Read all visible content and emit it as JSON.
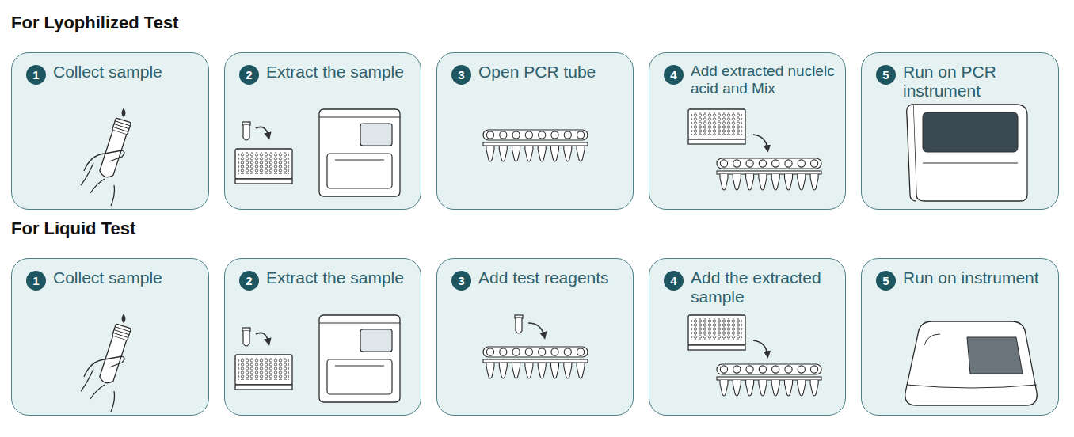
{
  "diagram": {
    "nodes": [
      {
        "text": [
          "Collect sample"
        ]
      },
      {
        "text": [
          "1"
        ],
        "in": 0
      },
      {
        "text": [
          "Extract the sample"
        ]
      },
      {
        "text": [
          "2"
        ],
        "in": 2
      },
      {
        "text": [
          "Open PCR tube"
        ]
      },
      {
        "text": [
          "3"
        ],
        "in": 4
      },
      {
        "text": [
          "Add extracted nuclelc acid and Mix"
        ]
      },
      {
        "text": [
          "4"
        ],
        "in": 6
      },
      {
        "text": [
          "Run on PCR instrument"
        ]
      },
      {
        "text": [
          "5"
        ],
        "in": 8
      },
      {
        "text": [
          "Collect sample"
        ]
      },
      {
        "text": [
          "1"
        ],
        "in": 10
      },
      {
        "text": [
          "Extract the sample"
        ]
      },
      {
        "text": [
          "2"
        ],
        "in": 12
      },
      {
        "text": [
          "Add test reagents"
        ]
      },
      {
        "text": [
          "3"
        ],
        "in": 14
      },
      {
        "text": [
          "Add the extracted sample"
        ]
      },
      {
        "text": [
          "4"
        ],
        "in": 16
      },
      {
        "text": [
          "Run on instrument"
        ]
      },
      {
        "text": [
          "5"
        ],
        "in": 18
      }
    ],
    "labels": [
      "For Lyophilized Test",
      "For Liquid Test"
    ]
  }
}
